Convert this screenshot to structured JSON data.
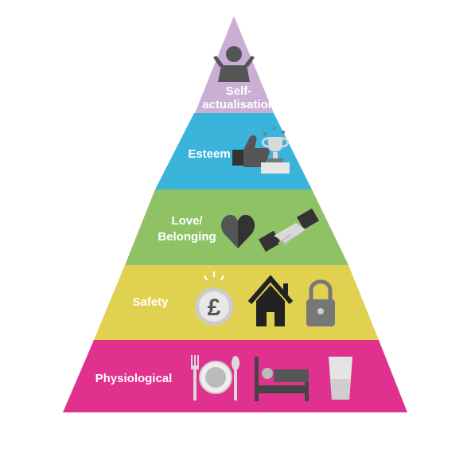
{
  "diagram": {
    "levels": [
      {
        "key": "self_actualisation",
        "label_lines": [
          "Self-",
          "actualisation"
        ],
        "color": "#cbaed3",
        "icons": [
          "person-icon"
        ]
      },
      {
        "key": "esteem",
        "label_lines": [
          "Esteem"
        ],
        "color": "#3bb4dc",
        "icons": [
          "thumbs-up-icon",
          "trophy-icon"
        ]
      },
      {
        "key": "love_belonging",
        "label_lines": [
          "Love/",
          "Belonging"
        ],
        "color": "#8fc264",
        "icons": [
          "heart-icon",
          "handshake-icon"
        ]
      },
      {
        "key": "safety",
        "label_lines": [
          "Safety"
        ],
        "color": "#e0d150",
        "icons": [
          "pound-coin-icon",
          "house-icon",
          "padlock-icon"
        ]
      },
      {
        "key": "physiological",
        "label_lines": [
          "Physiological"
        ],
        "color": "#e0318f",
        "icons": [
          "fork-icon",
          "plate-icon",
          "spoon-icon",
          "bed-icon",
          "glass-icon"
        ]
      }
    ]
  }
}
